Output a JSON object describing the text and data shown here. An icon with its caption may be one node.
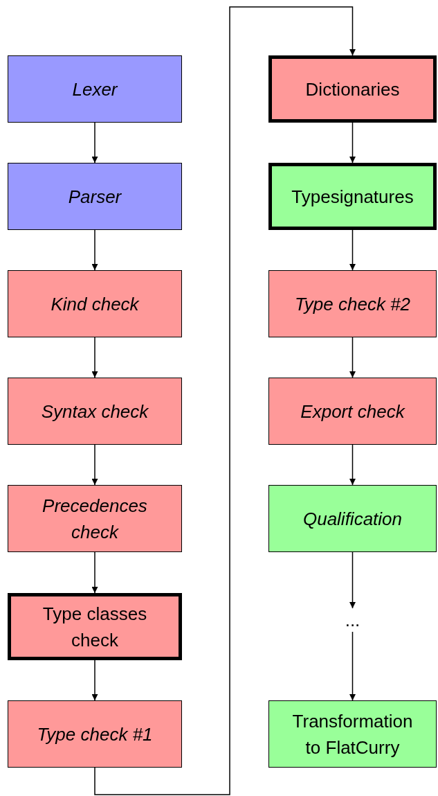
{
  "diagram": {
    "nodes": [
      {
        "text": [
          "Lexer"
        ]
      },
      {
        "text": [
          "Parser"
        ]
      },
      {
        "text": [
          "Kind check"
        ]
      },
      {
        "text": [
          "Syntax check"
        ]
      },
      {
        "text": [
          "Precedences check"
        ]
      },
      {
        "text": [
          "Type classes check"
        ]
      },
      {
        "text": [
          "Type check #1"
        ]
      },
      {
        "text": [
          "Dictionaries"
        ]
      },
      {
        "text": [
          "Typesignatures"
        ]
      },
      {
        "text": [
          "Type check #2"
        ]
      },
      {
        "text": [
          "Export check"
        ]
      },
      {
        "text": [
          "Qualification"
        ]
      },
      {
        "text": [
          "..."
        ]
      },
      {
        "text": [
          "Transformation to FlatCurry"
        ]
      }
    ],
    "edges": [
      {
        "from": 0,
        "to": 1,
        "arrow": "to"
      },
      {
        "from": 1,
        "to": 2,
        "arrow": "to"
      },
      {
        "from": 2,
        "to": 3,
        "arrow": "to"
      },
      {
        "from": 3,
        "to": 4,
        "arrow": "to"
      },
      {
        "from": 4,
        "to": 5,
        "arrow": "to"
      },
      {
        "from": 5,
        "to": 6,
        "arrow": "to"
      },
      {
        "from": 6,
        "to": 7,
        "arrow": "to"
      },
      {
        "from": 7,
        "to": 8,
        "arrow": "to"
      },
      {
        "from": 8,
        "to": 9,
        "arrow": "to"
      },
      {
        "from": 9,
        "to": 10,
        "arrow": "to"
      },
      {
        "from": 10,
        "to": 11,
        "arrow": "to"
      },
      {
        "from": 11,
        "to": 12,
        "arrow": "to"
      },
      {
        "from": 12,
        "to": 13,
        "arrow": "to"
      }
    ]
  }
}
